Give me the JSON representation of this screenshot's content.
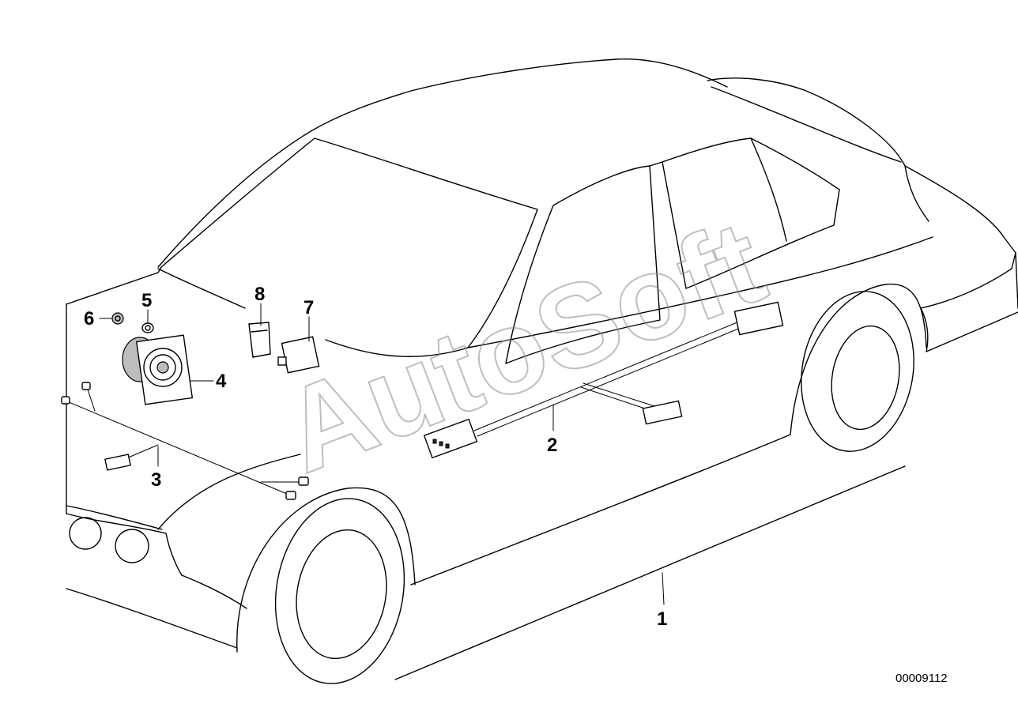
{
  "diagram": {
    "watermark": "AutoSoft",
    "document_number": "00009112",
    "callouts": [
      {
        "id": "1",
        "label": "1"
      },
      {
        "id": "2",
        "label": "2"
      },
      {
        "id": "3",
        "label": "3"
      },
      {
        "id": "4",
        "label": "4"
      },
      {
        "id": "5",
        "label": "5"
      },
      {
        "id": "6",
        "label": "6"
      },
      {
        "id": "7",
        "label": "7"
      },
      {
        "id": "8",
        "label": "8"
      }
    ]
  }
}
